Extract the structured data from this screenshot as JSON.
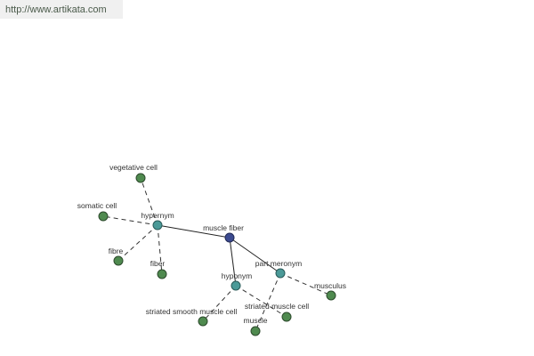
{
  "header": {
    "url": "http://www.artikata.com"
  },
  "graph": {
    "colors": {
      "leaf": "#4f8a4f",
      "relation": "#4b9a98",
      "center": "#3b4a90"
    },
    "nodes": [
      {
        "id": "muscle_fiber",
        "label": "muscle fiber",
        "kind": "center"
      },
      {
        "id": "hypernym",
        "label": "hypernym",
        "kind": "relation"
      },
      {
        "id": "hyponym",
        "label": "hyponym",
        "kind": "relation"
      },
      {
        "id": "part_meronym",
        "label": "part meronym",
        "kind": "relation"
      },
      {
        "id": "vegetative_cell",
        "label": "vegetative cell",
        "kind": "leaf"
      },
      {
        "id": "somatic_cell",
        "label": "somatic cell",
        "kind": "leaf"
      },
      {
        "id": "fibre",
        "label": "fibre",
        "kind": "leaf"
      },
      {
        "id": "fiber",
        "label": "fiber",
        "kind": "leaf"
      },
      {
        "id": "striated_smooth_muscle_cell",
        "label": "striated smooth muscle cell",
        "kind": "leaf"
      },
      {
        "id": "striated_muscle_cell",
        "label": "striated muscle cell",
        "kind": "leaf"
      },
      {
        "id": "muscle",
        "label": "muscle",
        "kind": "leaf"
      },
      {
        "id": "musculus",
        "label": "musculus",
        "kind": "leaf"
      }
    ],
    "edges": [
      {
        "from": "muscle_fiber",
        "to": "hypernym",
        "style": "solid"
      },
      {
        "from": "muscle_fiber",
        "to": "hyponym",
        "style": "solid"
      },
      {
        "from": "muscle_fiber",
        "to": "part_meronym",
        "style": "solid"
      },
      {
        "from": "hypernym",
        "to": "vegetative_cell",
        "style": "dashed"
      },
      {
        "from": "hypernym",
        "to": "somatic_cell",
        "style": "dashed"
      },
      {
        "from": "hypernym",
        "to": "fibre",
        "style": "dashed"
      },
      {
        "from": "hypernym",
        "to": "fiber",
        "style": "dashed"
      },
      {
        "from": "hyponym",
        "to": "striated_smooth_muscle_cell",
        "style": "dashed"
      },
      {
        "from": "hyponym",
        "to": "striated_muscle_cell",
        "style": "dashed"
      },
      {
        "from": "part_meronym",
        "to": "muscle",
        "style": "dashed"
      },
      {
        "from": "part_meronym",
        "to": "musculus",
        "style": "dashed"
      }
    ]
  }
}
